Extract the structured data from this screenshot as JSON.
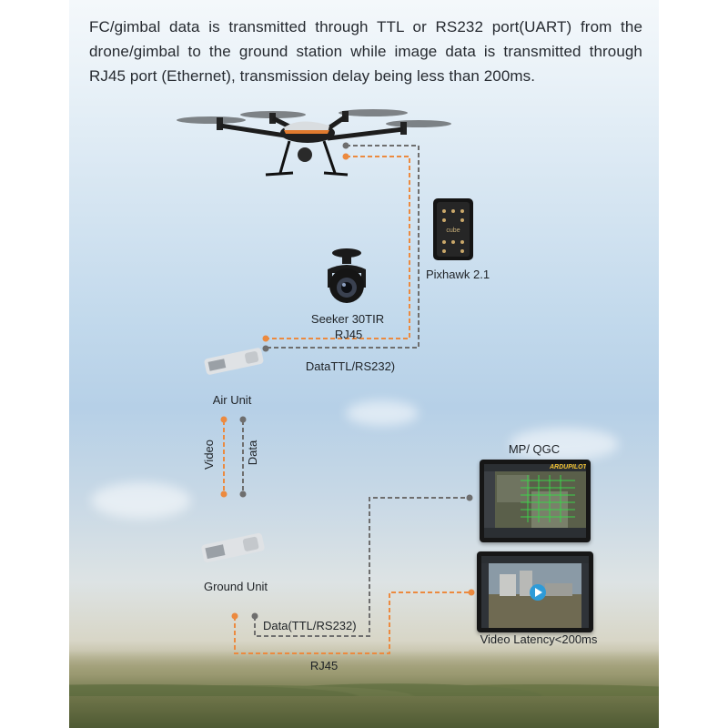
{
  "intro_text": "FC/gimbal data is transmitted through TTL or RS232 port(UART) from the drone/gimbal to the ground station while image data is transmitted through RJ45 port (Ethernet), transmission delay being less than 200ms.",
  "devices": {
    "pixhawk": "Pixhawk 2.1",
    "pixhawk_logo": "cube",
    "seeker": "Seeker 30TIR",
    "air_unit": "Air Unit",
    "ground_unit": "Ground Unit",
    "mp_qgc": "MP/ QGC",
    "mp_logo": "ARDUPILOT",
    "video_latency": "Video Latency<200ms"
  },
  "links": {
    "rj45_top": "RJ45",
    "data_top": "DataTTL/RS232)",
    "video": "Video",
    "data": "Data",
    "data_bottom": "Data(TTL/RS232)",
    "rj45_bottom": "RJ45"
  },
  "colors": {
    "video_line": "#ec8a3f",
    "data_line": "#6e6e6e",
    "text": "#1e2226"
  }
}
